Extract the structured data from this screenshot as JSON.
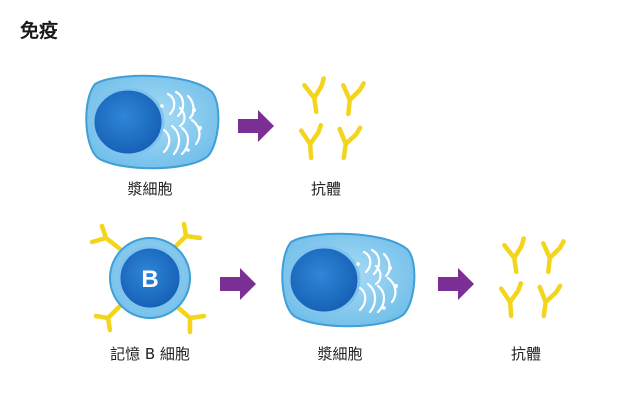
{
  "title": "免疫",
  "row1": {
    "plasma_cell_label": "漿細胞",
    "antibody_label": "抗體"
  },
  "row2": {
    "memory_cell_label": "記憶 B 細胞",
    "memory_cell_letter": "B",
    "plasma_cell_label": "漿細胞",
    "antibody_label": "抗體"
  },
  "colors": {
    "cell_fill": "#7dc6ec",
    "cell_outline": "#3f9fd6",
    "nucleus": "#1f6fc4",
    "arrow": "#7b2f94",
    "antibody": "#f2d51c"
  }
}
